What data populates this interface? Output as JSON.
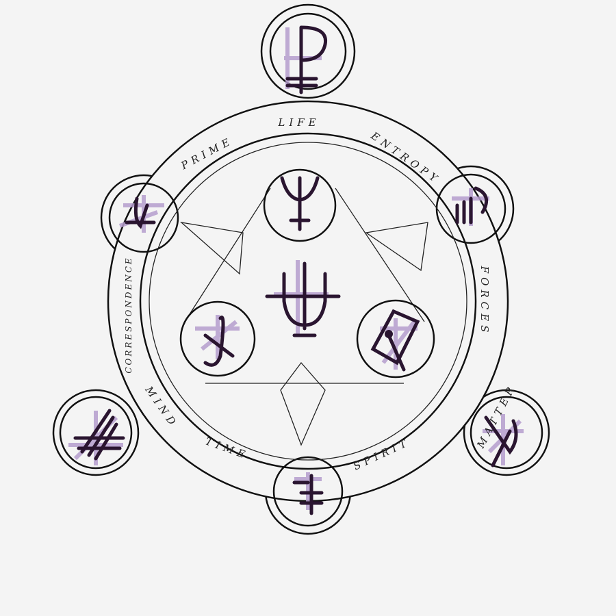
{
  "title": "Spheres diagram",
  "colors": {
    "ink": "#2a1530",
    "accent": "#b49ccc",
    "background": "#f4f4f4"
  },
  "spheres": [
    {
      "id": "life",
      "label": "LIFE"
    },
    {
      "id": "prime",
      "label": "PRIME"
    },
    {
      "id": "entropy",
      "label": "ENTROPY"
    },
    {
      "id": "forces",
      "label": "FORCES"
    },
    {
      "id": "matter",
      "label": "MATTER"
    },
    {
      "id": "spirit",
      "label": "SPIRIT"
    },
    {
      "id": "time",
      "label": "TIME"
    },
    {
      "id": "mind",
      "label": "MIND"
    },
    {
      "id": "correspondence",
      "label": "CORRESPONDENCE"
    }
  ]
}
